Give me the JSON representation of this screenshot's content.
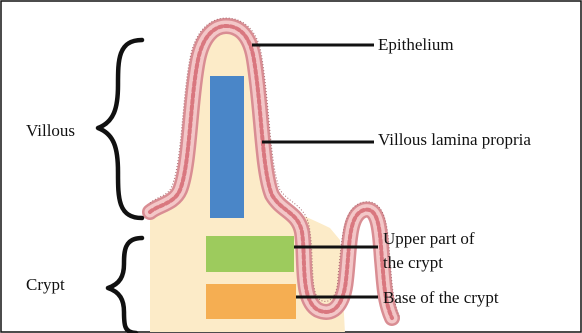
{
  "labels": {
    "villous": "Villous",
    "crypt": "Crypt",
    "epithelium": "Epithelium",
    "lamina_propria": "Villous lamina propria",
    "upper_crypt_line1": "Upper part of",
    "upper_crypt_line2": "the crypt",
    "base_crypt": "Base of the crypt"
  },
  "colors": {
    "border": "#111111",
    "background": "#ffffff",
    "tissue_fill": "#fcebc8",
    "epithelium_outer": "#d98d93",
    "epithelium_cells": "#f3c7c8",
    "epithelium_nuclei": "#d9777f",
    "lamina_propria_box": "#4a86c8",
    "upper_crypt_box": "#9dcb5d",
    "base_crypt_box": "#f5ae52",
    "leader_lines": "#111111"
  }
}
